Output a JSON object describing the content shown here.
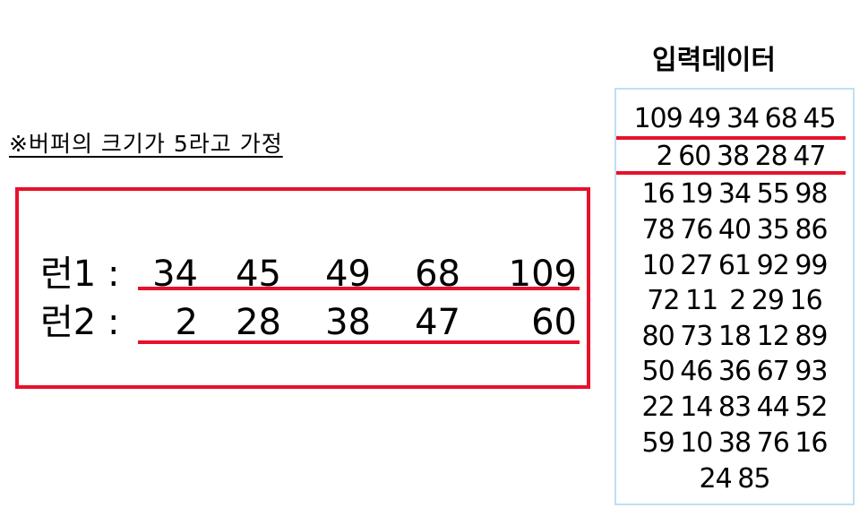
{
  "note": "※버퍼의 크기가 5라고 가정",
  "runs": [
    {
      "label": "런1 :",
      "values": [
        "34",
        "45",
        "49",
        "68",
        "109"
      ]
    },
    {
      "label": "런2 :",
      "values": [
        "2",
        "28",
        "38",
        "47",
        "60"
      ]
    }
  ],
  "input": {
    "title": "입력데이터",
    "lines": [
      "109 49 34 68 45",
      "2 60 38 28 47",
      "16 19 34 55 98",
      "78 76 40 35 86",
      "10 27 61 92 99",
      "72 11  2 29 16",
      "80 73 18 12 89",
      "50 46 36 67 93",
      "22 14 83 44 52",
      "59 10 38 76 16",
      "24 85"
    ],
    "highlighted_lines": [
      0,
      1
    ]
  },
  "colors": {
    "highlight": "#e8102a",
    "input_border": "#bfe0f1"
  }
}
